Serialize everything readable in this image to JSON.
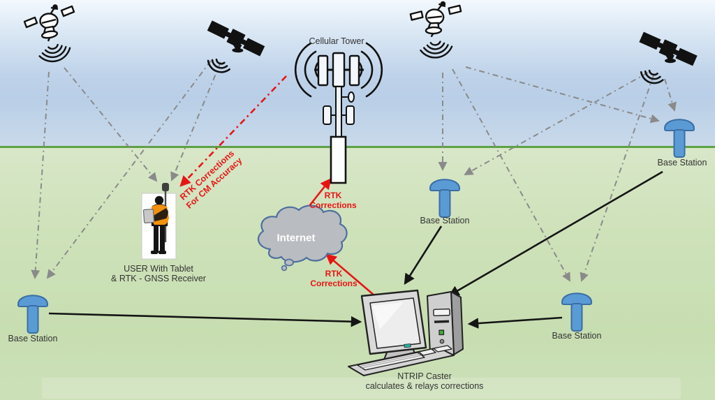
{
  "diagram": {
    "cellular_tower_label": "Cellular Tower",
    "internet_label": "Internet",
    "user_label": {
      "line1": "USER With Tablet",
      "line2": "& RTK - GNSS Receiver"
    },
    "ntrip_label": {
      "line1": "NTRIP Caster",
      "line2": "calculates & relays corrections"
    },
    "base_stations": [
      {
        "position": "bottom-left",
        "label": "Base Station"
      },
      {
        "position": "middle",
        "label": "Base Station"
      },
      {
        "position": "right",
        "label": "Base Station"
      },
      {
        "position": "bottom-right",
        "label": "Base Station"
      }
    ],
    "satellites": [
      {
        "position": "top-left",
        "icon": "gnss-satellite-outline-icon"
      },
      {
        "position": "upper-left",
        "icon": "gnss-satellite-solid-icon"
      },
      {
        "position": "upper-middle",
        "icon": "gnss-satellite-outline-icon"
      },
      {
        "position": "top-right",
        "icon": "gnss-satellite-solid-icon"
      }
    ],
    "red_annotations": {
      "user_link": {
        "line1": "RTK Corrections",
        "line2": "For CM Accuracy"
      },
      "tower_feed": {
        "line1": "RTK",
        "line2": "Corrections"
      },
      "caster_feed": {
        "line1": "RTK",
        "line2": "Corrections"
      }
    }
  },
  "colors": {
    "sky_top": "#f3f8fd",
    "sky_mid": "#b9cfe7",
    "ground_green": "#cfe2bb",
    "horizon_green": "#5ea144",
    "station_blue": "#5b9bd5",
    "station_blue_outline": "#3b6ea5",
    "signal_gray": "#8a8a8a",
    "arrow_black": "#151515",
    "correction_red": "#e81414",
    "cloud_fill": "#b9bcc0",
    "cloud_outline": "#4e6f9e"
  }
}
